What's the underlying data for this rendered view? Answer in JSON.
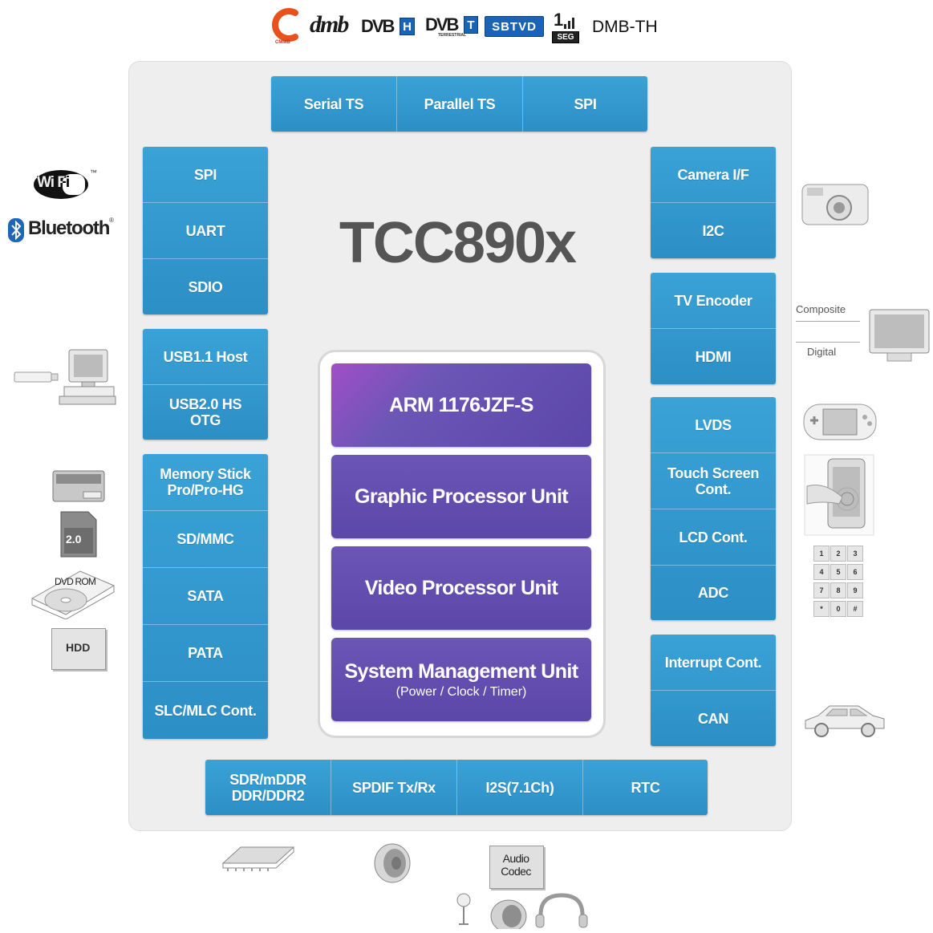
{
  "logos": {
    "cmmb_caption": "CMMB",
    "dmb": "dmb",
    "dvb_h": "DVB",
    "dvb_h_box": "H",
    "dvb_t": "DVB",
    "dvb_t_box": "T",
    "dvb_t_caption": "TERRESTRIAL",
    "sbtvd": "SBTVD",
    "one_seg": "1",
    "one_seg_caption": "SEG",
    "dmb_th": "DMB-TH"
  },
  "chip": {
    "title": "TCC890x"
  },
  "top_group": [
    "Serial TS",
    "Parallel TS",
    "SPI"
  ],
  "left_groups": [
    [
      "SPI",
      "UART",
      "SDIO"
    ],
    [
      "USB1.1 Host",
      "USB2.0 HS\nOTG"
    ],
    [
      "Memory Stick\nPro/Pro-HG",
      "SD/MMC",
      "SATA",
      "PATA",
      "SLC/MLC Cont."
    ]
  ],
  "right_groups": [
    [
      "Camera I/F",
      "I2C"
    ],
    [
      "TV Encoder",
      "HDMI"
    ],
    [
      "LVDS",
      "Touch Screen\nCont.",
      "LCD Cont.",
      "ADC"
    ],
    [
      "Interrupt Cont.",
      "CAN"
    ]
  ],
  "bottom_group": [
    "SDR/mDDR\nDDR/DDR2",
    "SPDIF Tx/Rx",
    "I2S(7.1Ch)",
    "RTC"
  ],
  "core_units": [
    {
      "title": "ARM 1176JZF-S",
      "sub": ""
    },
    {
      "title": "Graphic Processor Unit",
      "sub": ""
    },
    {
      "title": "Video Processor Unit",
      "sub": ""
    },
    {
      "title": "System Management Unit",
      "sub": "(Power / Clock / Timer)"
    }
  ],
  "peripherals": {
    "wifi": "Wi Fi",
    "wifi_tm": "™",
    "bluetooth": "Bluetooth",
    "bluetooth_reg": "®",
    "tv_composite": "Composite",
    "tv_digital": "Digital",
    "sd_card": "2.0",
    "dvd": "DVD ROM",
    "hdd": "HDD",
    "audio_codec": "Audio\nCodec",
    "keypad": [
      "1",
      "2",
      "3",
      "4",
      "5",
      "6",
      "7",
      "8",
      "9",
      "*",
      "0",
      "#"
    ]
  },
  "colors": {
    "peripheral_block": "#3399cc",
    "core_unit": "#5b47a8",
    "chip_body": "#eeeeee",
    "title_gray": "#555555"
  }
}
